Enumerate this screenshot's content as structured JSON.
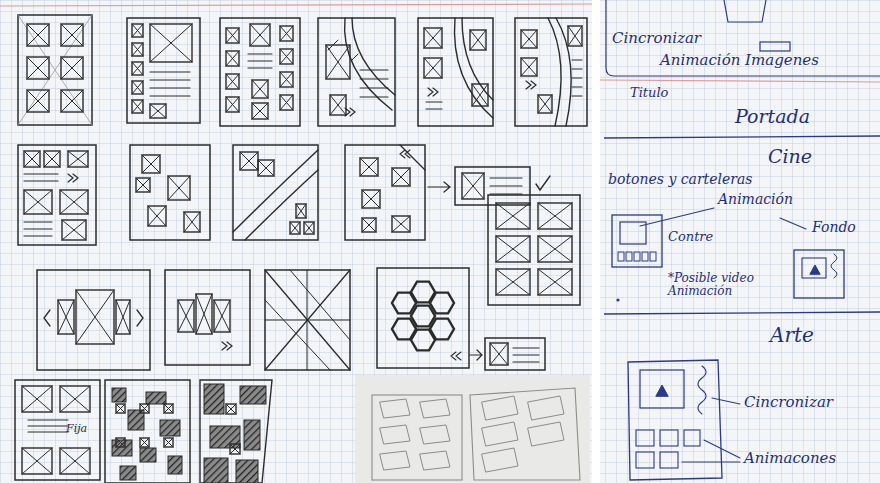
{
  "diagram": {
    "labels": [
      "Fija",
      "Cincronizar",
      "Animación Imagenes",
      "Titulo",
      "Portada",
      "Cine",
      "botones y carteleras",
      "Animación",
      "Contre",
      "Fondo",
      "*Posible video Animación",
      "Arte",
      "Cincronizar",
      "Animacones"
    ]
  }
}
